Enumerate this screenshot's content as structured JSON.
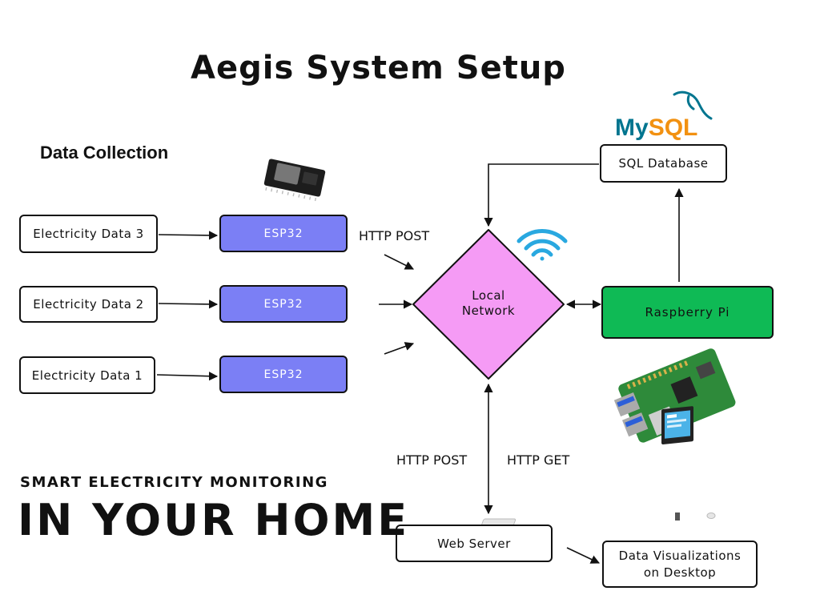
{
  "title": "Aegis System Setup",
  "section_title": "Data Collection",
  "sources": [
    {
      "label": "Electricity Data 3",
      "device": "ESP32"
    },
    {
      "label": "Electricity Data 2",
      "device": "ESP32"
    },
    {
      "label": "Electricity Data 1",
      "device": "ESP32"
    }
  ],
  "edge_labels": {
    "esp_to_network": "HTTP POST",
    "server_post": "HTTP POST",
    "server_get": "HTTP GET"
  },
  "network": {
    "line1": "Local",
    "line2": "Network"
  },
  "raspberry_pi": "Raspberry Pi",
  "database": "SQL Database",
  "web_server": "Web Server",
  "visualization": {
    "line1": "Data Visualizations",
    "line2": "on Desktop"
  },
  "logo": {
    "part1": "My",
    "part2": "SQL"
  },
  "tagline_small": "SMART ELECTRICITY MONITORING",
  "tagline_big": "IN YOUR HOME",
  "colors": {
    "esp": "#7b7ff5",
    "raspberry_pi": "#0fba55",
    "network": "#f59bf5",
    "wifi": "#29a8e0"
  }
}
